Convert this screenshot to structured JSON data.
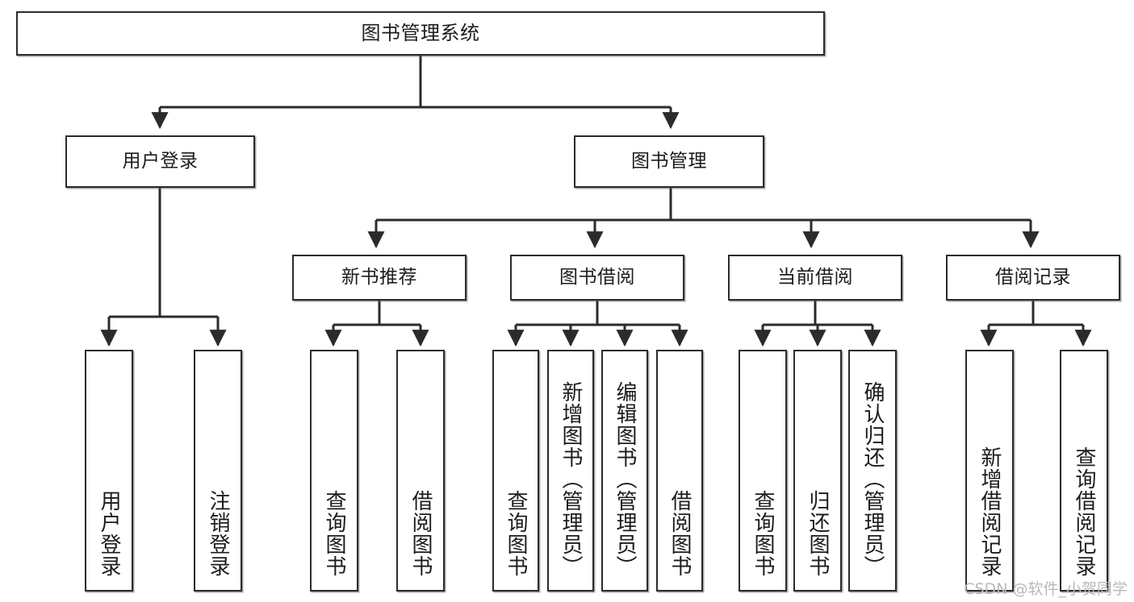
{
  "diagram": {
    "title_node": {
      "id": "root",
      "label": "图书管理系统"
    },
    "level2": [
      {
        "id": "user-login",
        "label": "用户登录"
      },
      {
        "id": "book-manage",
        "label": "图书管理"
      }
    ],
    "level3": [
      {
        "id": "new-book-recommend",
        "label": "新书推荐"
      },
      {
        "id": "book-borrow",
        "label": "图书借阅"
      },
      {
        "id": "current-borrow",
        "label": "当前借阅"
      },
      {
        "id": "borrow-record",
        "label": "借阅记录"
      }
    ],
    "leaves": {
      "user_login": [
        {
          "id": "leaf-user-login",
          "label": "用户登录"
        },
        {
          "id": "leaf-logout-login",
          "label": "注销登录"
        }
      ],
      "new_book_recommend": [
        {
          "id": "leaf-query-book-1",
          "label": "查询图书"
        },
        {
          "id": "leaf-borrow-book-1",
          "label": "借阅图书"
        }
      ],
      "book_borrow": [
        {
          "id": "leaf-query-book-2",
          "label": "查询图书"
        },
        {
          "id": "leaf-add-book",
          "label": "新增图书（管理员）"
        },
        {
          "id": "leaf-edit-book",
          "label": "编辑图书（管理员）"
        },
        {
          "id": "leaf-borrow-book-2",
          "label": "借阅图书"
        }
      ],
      "current_borrow": [
        {
          "id": "leaf-query-book-3",
          "label": "查询图书"
        },
        {
          "id": "leaf-return-book",
          "label": "归还图书"
        },
        {
          "id": "leaf-confirm-return",
          "label": "确认归还（管理员）"
        }
      ],
      "borrow_record": [
        {
          "id": "leaf-add-record",
          "label": "新增借阅记录"
        },
        {
          "id": "leaf-query-record",
          "label": "查询借阅记录"
        }
      ]
    }
  },
  "watermark": {
    "text": "CSDN @软件_小贺同学"
  },
  "colors": {
    "line": "#2b2b2b",
    "box_border": "#2b2b2b",
    "box_fill": "#ffffff",
    "text": "#1c1c1c",
    "watermark": "#b9b9b9",
    "background": "#ffffff"
  }
}
